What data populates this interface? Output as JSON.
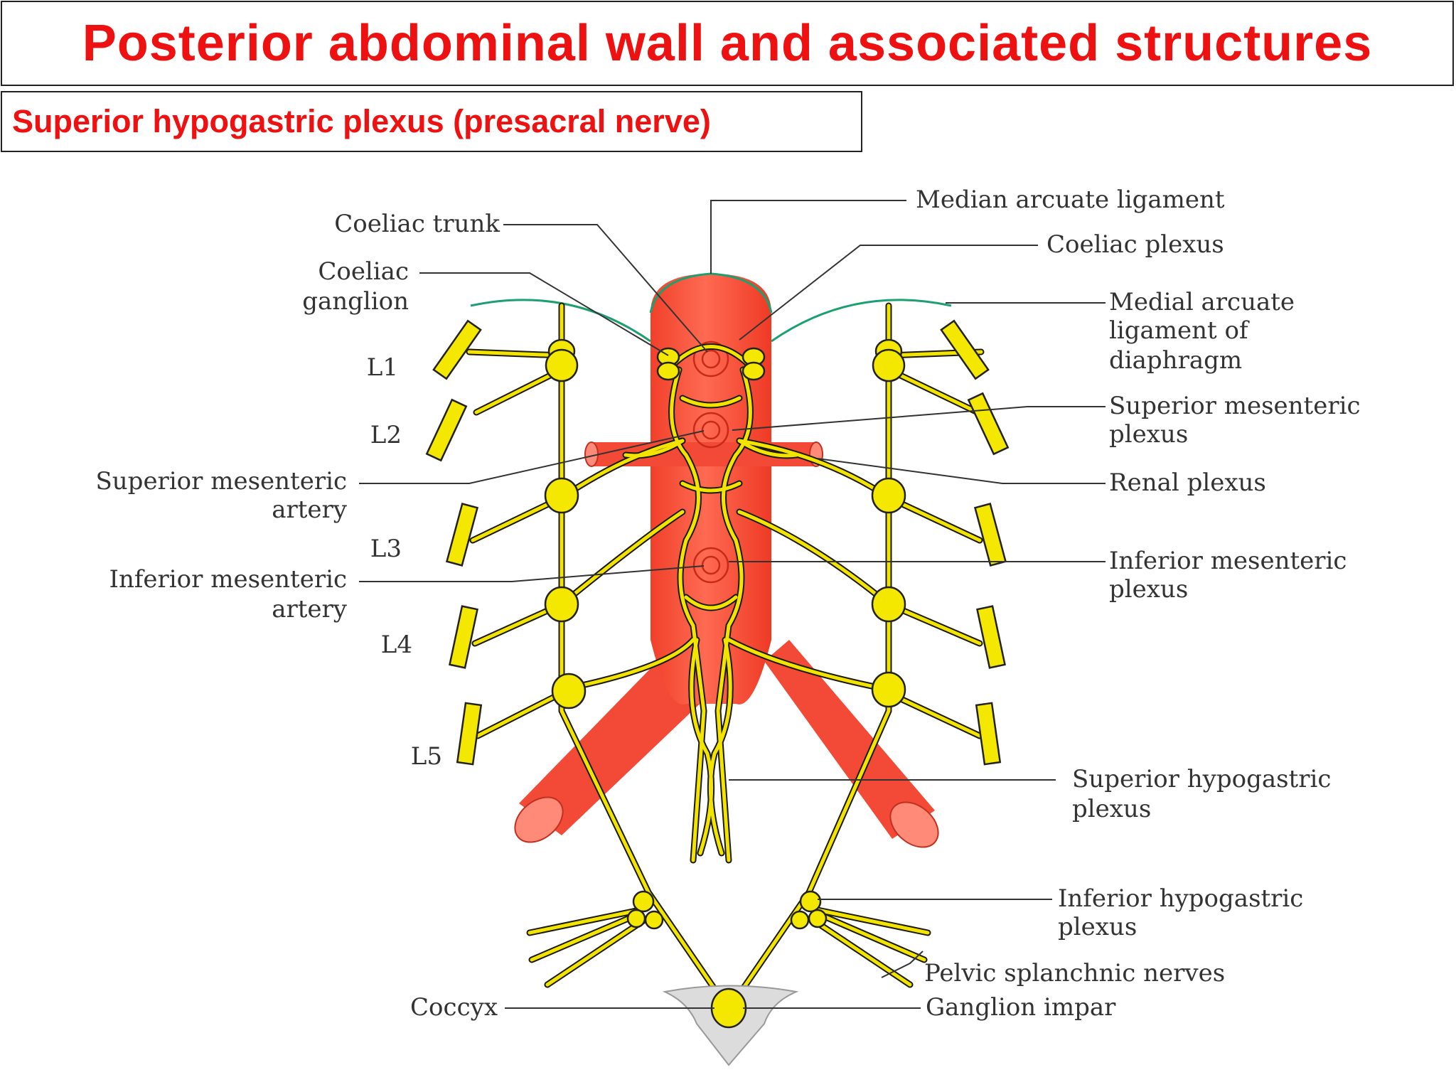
{
  "title": "Posterior abdominal wall and associated structures",
  "subtitle": "Superior hypogastric plexus (presacral nerve)",
  "labels": {
    "coeliac_trunk": "Coeliac trunk",
    "coeliac_ganglion_1": "Coeliac",
    "coeliac_ganglion_2": "ganglion",
    "l1": "L1",
    "l2": "L2",
    "l3": "L3",
    "l4": "L4",
    "l5": "L5",
    "sma_1": "Superior mesenteric",
    "sma_2": "artery",
    "ima_1": "Inferior mesenteric",
    "ima_2": "artery",
    "coccyx": "Coccyx",
    "median_arcuate": "Median arcuate ligament",
    "coeliac_plexus": "Coeliac plexus",
    "medial_arcuate_1": "Medial arcuate",
    "medial_arcuate_2": "ligament of",
    "medial_arcuate_3": "diaphragm",
    "sup_mes_plexus_1": "Superior mesenteric",
    "sup_mes_plexus_2": "plexus",
    "renal_plexus": "Renal plexus",
    "inf_mes_plexus_1": "Inferior mesenteric",
    "inf_mes_plexus_2": "plexus",
    "sup_hypo_plexus_1": "Superior hypogastric",
    "sup_hypo_plexus_2": "plexus",
    "inf_hypo_plexus_1": "Inferior hypogastric",
    "inf_hypo_plexus_2": "plexus",
    "pelvic_splanchnic": "Pelvic splanchnic nerves",
    "ganglion_impar": "Ganglion impar"
  },
  "colors": {
    "title": "#ee1111",
    "artery": "#f24a36",
    "nerve": "#f5e800",
    "diaphragm": "#1ca070",
    "coccyx": "#dcdcdc"
  }
}
